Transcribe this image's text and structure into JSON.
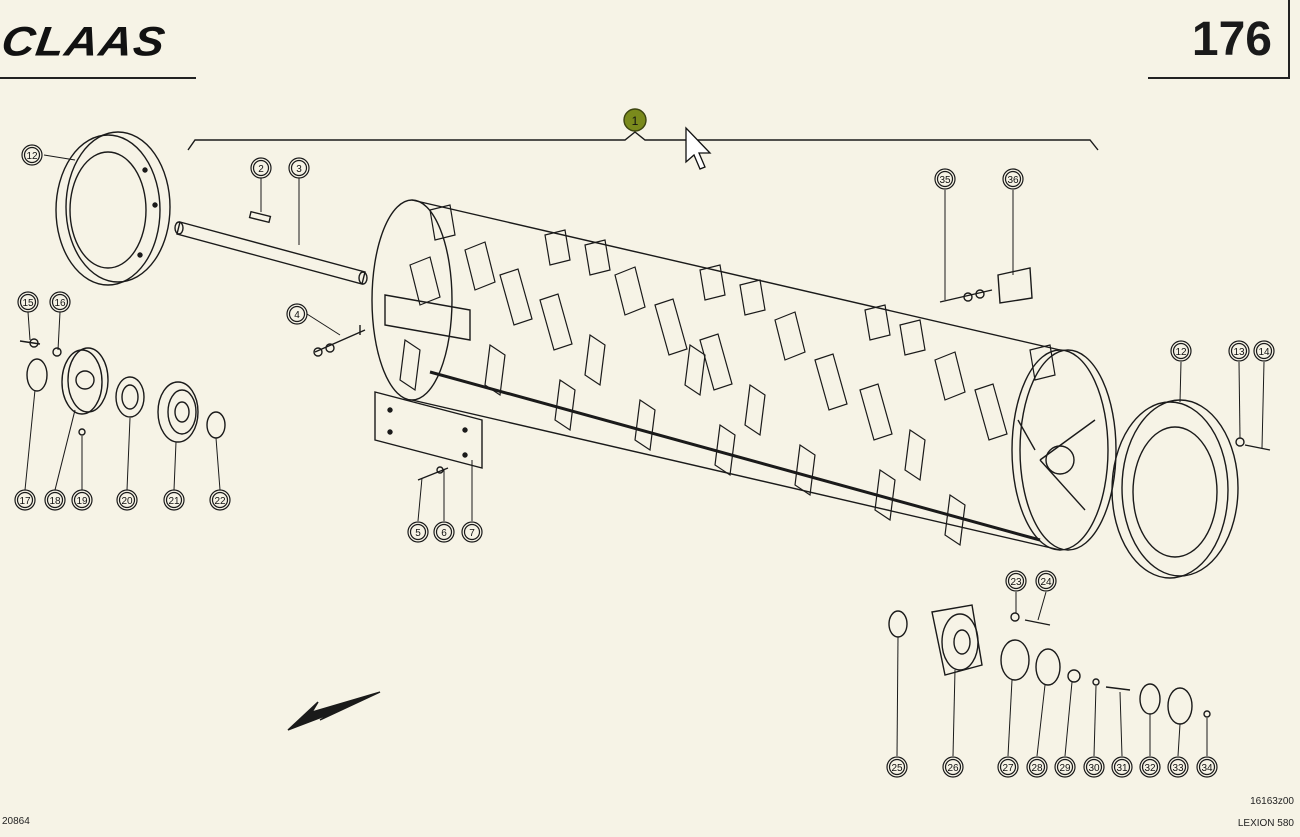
{
  "header": {
    "brand": "CLAAS",
    "page_number": "176"
  },
  "diagram": {
    "assembly_callout": "1",
    "callouts": [
      "2",
      "3",
      "4",
      "5",
      "6",
      "7",
      "12",
      "12",
      "13",
      "14",
      "15",
      "16",
      "17",
      "18",
      "19",
      "20",
      "21",
      "22",
      "23",
      "24",
      "25",
      "26",
      "27",
      "28",
      "29",
      "30",
      "31",
      "32",
      "33",
      "34",
      "35",
      "36"
    ]
  },
  "footer": {
    "drawing_no": "20864",
    "ref_code": "16163z00",
    "model": "LEXION 580"
  },
  "icons": {
    "pointer": "cursor-arrow-icon",
    "direction": "direction-arrow-icon"
  },
  "colors": {
    "background": "#f6f3e6",
    "line": "#1a1a1a",
    "assembly_marker": "#7a8a1c"
  }
}
